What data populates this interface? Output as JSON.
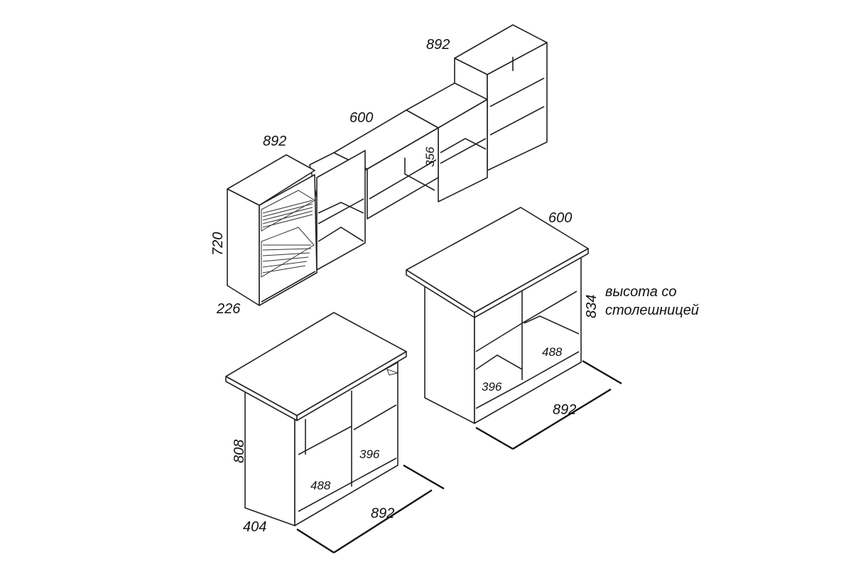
{
  "wall_cabinets": {
    "dish_cabinet_width": "892",
    "dish_cabinet_height": "720",
    "dish_cabinet_depth": "226",
    "long_cabinet_width": "600",
    "small_cabinet_height": "356",
    "tall_cabinet_width": "892"
  },
  "right_island": {
    "top_depth": "600",
    "height": "834",
    "height_note_line1": "высота со",
    "height_note_line2": "столешницей",
    "shelf_width": "488",
    "shelf_depth": "396",
    "length": "892"
  },
  "left_island": {
    "height": "808",
    "shelf_depth": "396",
    "shelf_width": "488",
    "depth": "404",
    "length": "892"
  }
}
